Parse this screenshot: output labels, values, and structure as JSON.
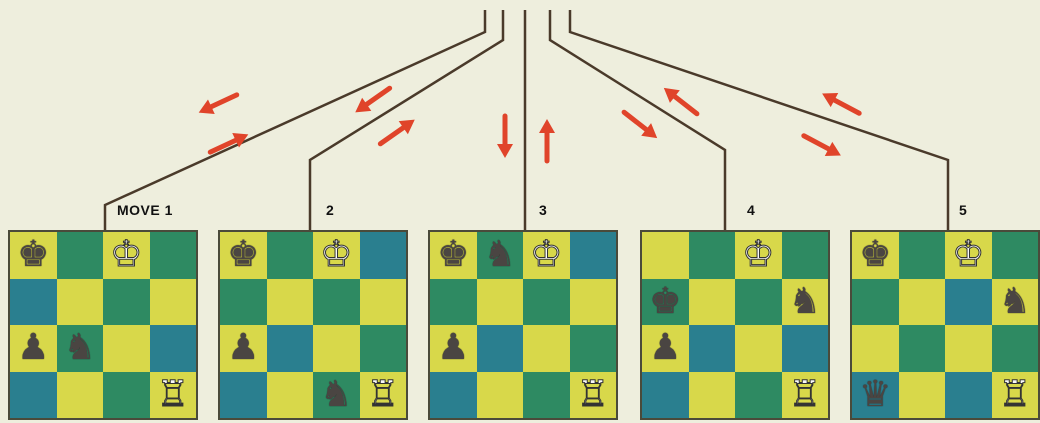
{
  "labels": [
    "MOVE 1",
    "2",
    "3",
    "4",
    "5"
  ],
  "colors": {
    "light_square": "#d8d84a",
    "dark_square": "#2e8a62",
    "blue_square": "#2a7f8f",
    "wire": "#4a3a2a",
    "arrow": "#e0442a",
    "background": "#eeeedd"
  },
  "boards": [
    {
      "squares": [
        [
          "light",
          "dark",
          "light",
          "dark"
        ],
        [
          "blue",
          "light",
          "dark",
          "light"
        ],
        [
          "light",
          "dark",
          "light",
          "blue"
        ],
        [
          "blue",
          "light",
          "dark",
          "light"
        ]
      ],
      "pieces": [
        {
          "row": 0,
          "col": 0,
          "type": "king",
          "color": "black"
        },
        {
          "row": 0,
          "col": 2,
          "type": "king",
          "color": "white"
        },
        {
          "row": 2,
          "col": 0,
          "type": "pawn",
          "color": "black"
        },
        {
          "row": 2,
          "col": 1,
          "type": "knight",
          "color": "black"
        },
        {
          "row": 3,
          "col": 3,
          "type": "rook",
          "color": "white"
        }
      ]
    },
    {
      "squares": [
        [
          "light",
          "dark",
          "light",
          "blue"
        ],
        [
          "dark",
          "light",
          "dark",
          "light"
        ],
        [
          "light",
          "blue",
          "light",
          "dark"
        ],
        [
          "blue",
          "light",
          "dark",
          "light"
        ]
      ],
      "pieces": [
        {
          "row": 0,
          "col": 0,
          "type": "king",
          "color": "black"
        },
        {
          "row": 0,
          "col": 2,
          "type": "king",
          "color": "white"
        },
        {
          "row": 2,
          "col": 0,
          "type": "pawn",
          "color": "black"
        },
        {
          "row": 3,
          "col": 2,
          "type": "knight",
          "color": "black"
        },
        {
          "row": 3,
          "col": 3,
          "type": "rook",
          "color": "white"
        }
      ]
    },
    {
      "squares": [
        [
          "light",
          "dark",
          "light",
          "blue"
        ],
        [
          "dark",
          "light",
          "dark",
          "light"
        ],
        [
          "light",
          "blue",
          "light",
          "dark"
        ],
        [
          "blue",
          "light",
          "dark",
          "light"
        ]
      ],
      "pieces": [
        {
          "row": 0,
          "col": 0,
          "type": "king",
          "color": "black"
        },
        {
          "row": 0,
          "col": 1,
          "type": "knight",
          "color": "black"
        },
        {
          "row": 0,
          "col": 2,
          "type": "king",
          "color": "white"
        },
        {
          "row": 2,
          "col": 0,
          "type": "pawn",
          "color": "black"
        },
        {
          "row": 3,
          "col": 3,
          "type": "rook",
          "color": "white"
        }
      ]
    },
    {
      "squares": [
        [
          "light",
          "dark",
          "light",
          "dark"
        ],
        [
          "dark",
          "light",
          "dark",
          "light"
        ],
        [
          "light",
          "blue",
          "light",
          "blue"
        ],
        [
          "blue",
          "light",
          "dark",
          "light"
        ]
      ],
      "pieces": [
        {
          "row": 0,
          "col": 2,
          "type": "king",
          "color": "white"
        },
        {
          "row": 1,
          "col": 0,
          "type": "king",
          "color": "black"
        },
        {
          "row": 1,
          "col": 3,
          "type": "knight",
          "color": "black"
        },
        {
          "row": 2,
          "col": 0,
          "type": "pawn",
          "color": "black"
        },
        {
          "row": 3,
          "col": 3,
          "type": "rook",
          "color": "white"
        }
      ]
    },
    {
      "squares": [
        [
          "light",
          "dark",
          "light",
          "dark"
        ],
        [
          "dark",
          "light",
          "blue",
          "light"
        ],
        [
          "light",
          "dark",
          "light",
          "dark"
        ],
        [
          "blue",
          "light",
          "blue",
          "light"
        ]
      ],
      "pieces": [
        {
          "row": 0,
          "col": 0,
          "type": "king",
          "color": "black"
        },
        {
          "row": 0,
          "col": 2,
          "type": "king",
          "color": "white"
        },
        {
          "row": 1,
          "col": 3,
          "type": "knight",
          "color": "black"
        },
        {
          "row": 3,
          "col": 0,
          "type": "queen",
          "color": "black"
        },
        {
          "row": 3,
          "col": 3,
          "type": "rook",
          "color": "white"
        }
      ]
    }
  ]
}
